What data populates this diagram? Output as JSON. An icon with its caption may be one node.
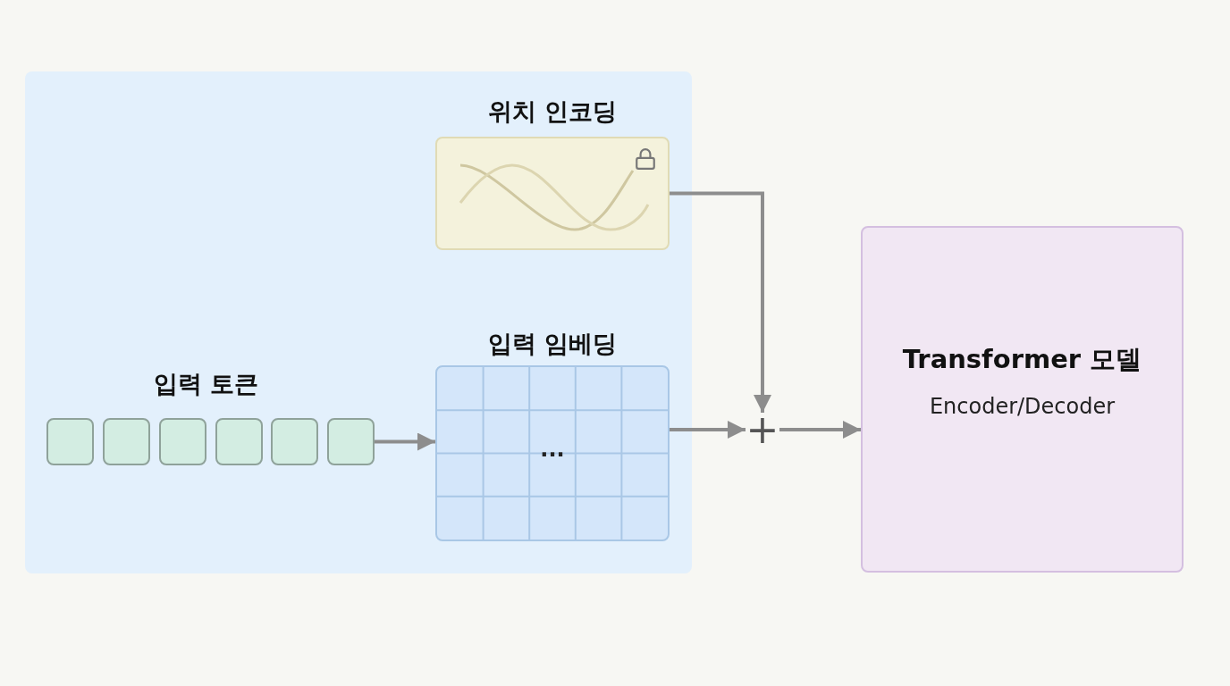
{
  "diagram": {
    "nodes": [
      {
        "text": [],
        "shape": "box"
      },
      {
        "text": [
          "위치 인코딩"
        ],
        "in": 0
      },
      {
        "text": [],
        "shape": "box",
        "in": 0
      },
      {
        "text": [],
        "shape": "box",
        "in": 0
      },
      {
        "text": [],
        "shape": "box",
        "in": 0
      },
      {
        "text": [],
        "shape": "box",
        "in": 0
      },
      {
        "text": [],
        "shape": "box",
        "in": 0
      },
      {
        "text": [],
        "shape": "box",
        "in": 0
      },
      {
        "text": [
          "입력 임베딩",
          "..."
        ],
        "in": 0
      },
      {
        "text": [
          "+"
        ]
      },
      {
        "text": [
          "Transformer 모델",
          "Encoder/Decoder"
        ]
      }
    ],
    "edges": [
      {
        "from": 7,
        "to": 8,
        "arrow": "to"
      },
      {
        "from": 1,
        "to": 9,
        "arrow": "to"
      },
      {
        "from": 8,
        "to": 9,
        "arrow": "to"
      },
      {
        "from": 9,
        "to": 10,
        "arrow": "to"
      }
    ],
    "labels": [
      "입력 토큰"
    ]
  }
}
